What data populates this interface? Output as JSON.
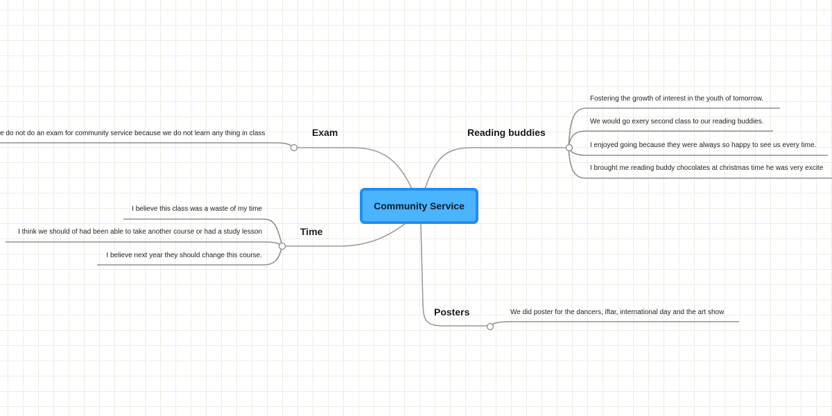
{
  "central": {
    "label": "Community Service"
  },
  "branches": {
    "reading": {
      "label": "Reading buddies",
      "items": [
        "Fostering the growth of interest in the youth of tomorrow.",
        "We would go exery second class to our reading buddies.",
        "I enjoyed going because they were always so happy to see us every time.",
        "I brought me reading buddy chocolates at christmas time he was very excite"
      ]
    },
    "exam": {
      "label": "Exam",
      "items": [
        "e do not do an exam for community service because we do not learn any thing in class"
      ]
    },
    "time": {
      "label": "Time",
      "items": [
        "I believe this class was a waste of my time",
        "I think we should of had been able to take another course or had a study lesson",
        "I believe next year they should change this course."
      ]
    },
    "posters": {
      "label": "Posters",
      "items": [
        "We did poster for the dancers, iftar, international day and the art show"
      ]
    }
  },
  "colors": {
    "central_fill": "#4ab4ff",
    "central_border": "#1f8ef1",
    "connector": "#9a9a9a",
    "grid": "#ecefe2"
  }
}
